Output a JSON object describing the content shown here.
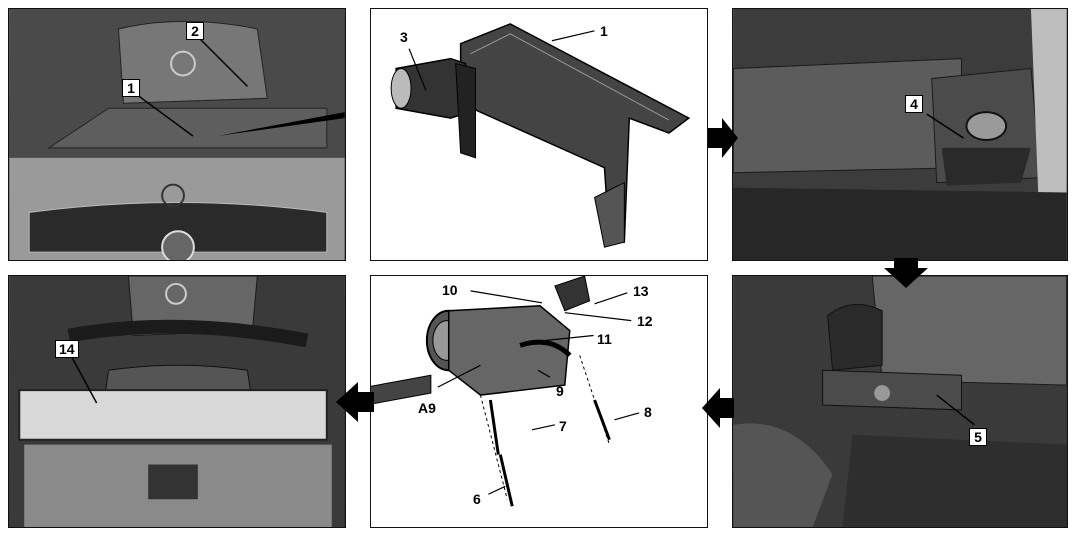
{
  "callouts": {
    "p1": [
      "1",
      "2"
    ],
    "p2": [
      "1",
      "3"
    ],
    "p3": [
      "4"
    ],
    "p4": [
      "5"
    ],
    "p5": [
      "10",
      "13",
      "12",
      "11",
      "9",
      "A9",
      "7",
      "8",
      "6"
    ],
    "p6": [
      "14"
    ]
  },
  "colors": {
    "frame": "#111111",
    "arrow": "#000000",
    "label_bg": "#ffffff"
  },
  "icons": {
    "flow_right": "arrow-right-icon",
    "flow_down": "arrow-down-icon",
    "flow_left": "arrow-left-icon"
  }
}
